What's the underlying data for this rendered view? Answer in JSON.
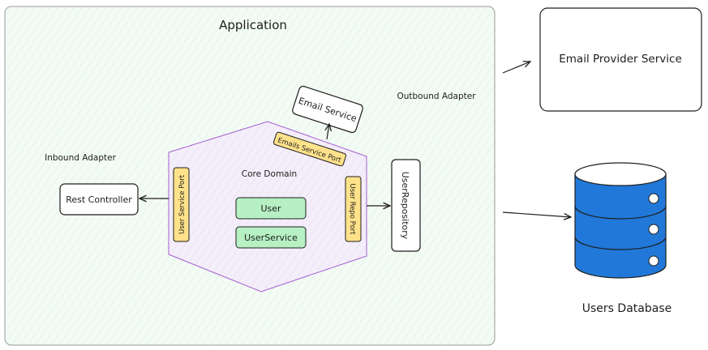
{
  "application_title": "Application",
  "outbound_adapter_label": "Outbound Adapter",
  "inbound_adapter_label": "Inbound Adapter",
  "core_domain_label": "Core Domain",
  "email_service": "Email Service",
  "emails_service_port": "Emails Service Port",
  "rest_controller": "Rest Controller",
  "user_service_port": "User Service Port",
  "user_repo_port": "User Repo Port",
  "user_repository": "UserRepository",
  "user": "User",
  "user_service": "UserService",
  "email_provider_service": "Email Provider Service",
  "users_database": "Users Database",
  "colors": {
    "app_fill": "#f1fbf4",
    "hexagon_fill": "#f2ecf8",
    "hexagon_stroke": "#a55fd0",
    "port_fill": "#ffe28a",
    "domain_fill": "#b6f0c3",
    "database_fill": "#2178d8"
  }
}
